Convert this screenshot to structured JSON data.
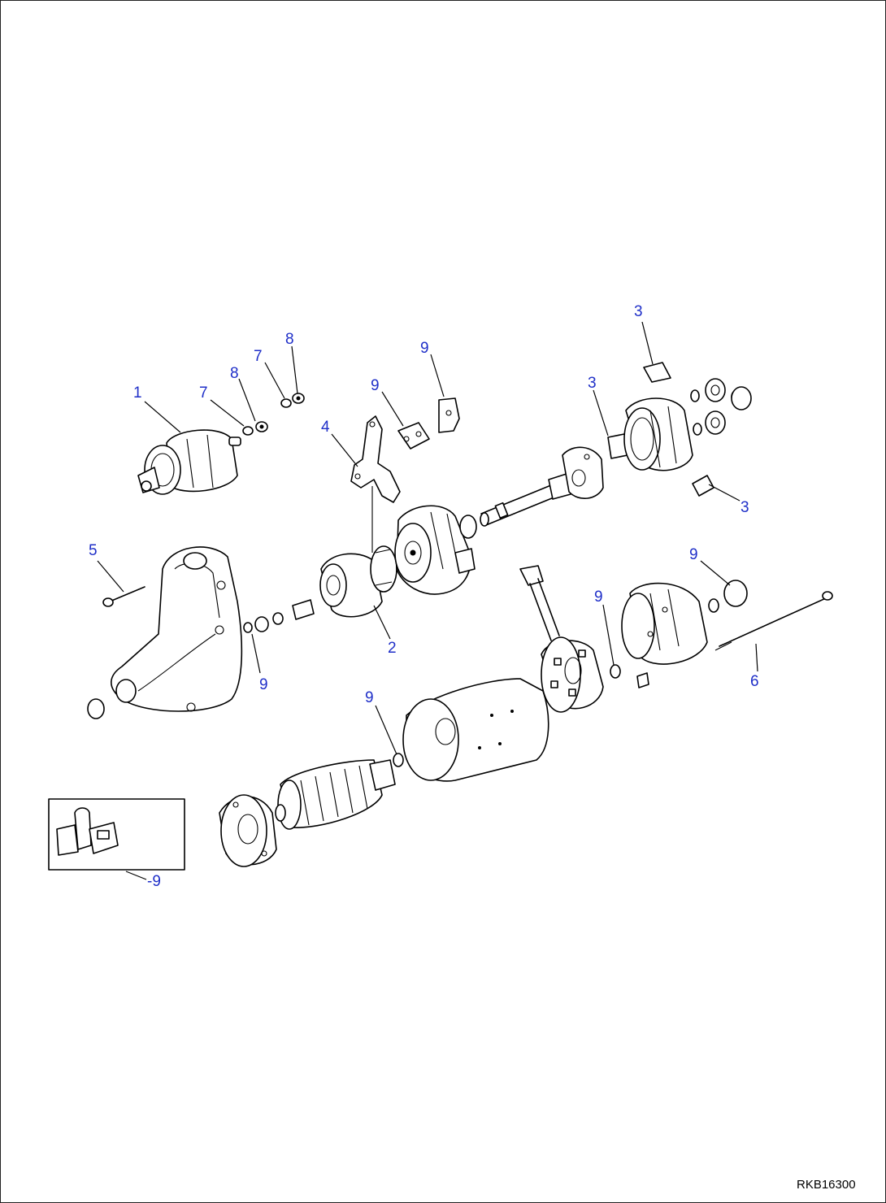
{
  "figure_code": "RKB16300",
  "callouts": {
    "c1": "1",
    "c2": "2",
    "c3a": "3",
    "c3b": "3",
    "c3c": "3",
    "c4": "4",
    "c5": "5",
    "c6": "6",
    "c7a": "7",
    "c7b": "7",
    "c8a": "8",
    "c8b": "8",
    "c9a": "9",
    "c9b": "9",
    "c9c": "9",
    "c9d": "9",
    "c9e": "9",
    "c9f": "9",
    "c9inset": "-9"
  },
  "colors": {
    "callout": "#1f2fc8",
    "line": "#000000"
  }
}
